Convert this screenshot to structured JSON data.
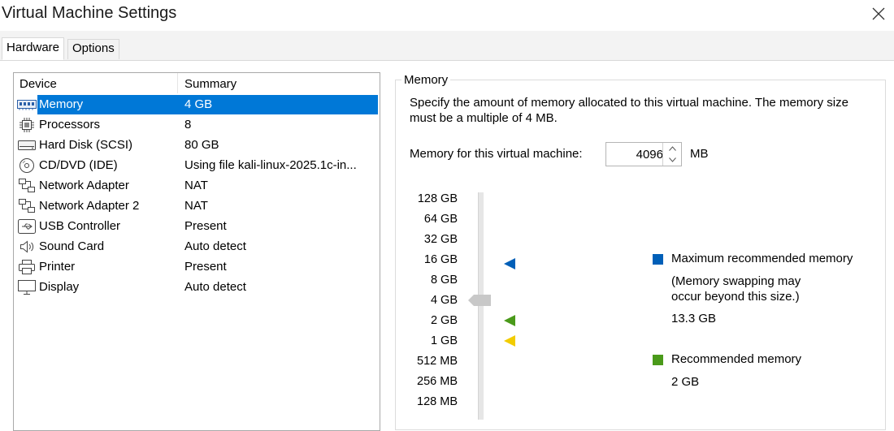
{
  "window": {
    "title": "Virtual Machine Settings"
  },
  "tabs": [
    {
      "label": "Hardware",
      "active": true
    },
    {
      "label": "Options",
      "active": false
    }
  ],
  "device_table": {
    "headers": {
      "device": "Device",
      "summary": "Summary"
    },
    "rows": [
      {
        "icon": "memory-icon",
        "name": "Memory",
        "summary": "4 GB",
        "selected": true
      },
      {
        "icon": "processor-icon",
        "name": "Processors",
        "summary": "8"
      },
      {
        "icon": "hard-disk-icon",
        "name": "Hard Disk (SCSI)",
        "summary": "80 GB"
      },
      {
        "icon": "cd-dvd-icon",
        "name": "CD/DVD (IDE)",
        "summary": "Using file kali-linux-2025.1c-in..."
      },
      {
        "icon": "network-adapter-icon",
        "name": "Network Adapter",
        "summary": "NAT"
      },
      {
        "icon": "network-adapter-icon",
        "name": "Network Adapter 2",
        "summary": "NAT"
      },
      {
        "icon": "usb-icon",
        "name": "USB Controller",
        "summary": "Present"
      },
      {
        "icon": "speaker-icon",
        "name": "Sound Card",
        "summary": "Auto detect"
      },
      {
        "icon": "printer-icon",
        "name": "Printer",
        "summary": "Present"
      },
      {
        "icon": "display-icon",
        "name": "Display",
        "summary": "Auto detect"
      }
    ]
  },
  "memory": {
    "group_label": "Memory",
    "description": "Specify the amount of memory allocated to this virtual machine. The memory size must be a multiple of 4 MB.",
    "field_label": "Memory for this virtual machine:",
    "value": "4096",
    "unit": "MB",
    "scale_labels": [
      "128 GB",
      "64 GB",
      "32 GB",
      "16 GB",
      "8 GB",
      "4 GB",
      "2 GB",
      "1 GB",
      "512 MB",
      "256 MB",
      "128 MB"
    ],
    "slider_value": "4 GB",
    "markers": {
      "maximum": "16 GB",
      "recommended": "2 GB",
      "guest_minimum": "1 GB"
    },
    "legend": {
      "max_title": "Maximum recommended memory",
      "max_note_line1": "(Memory swapping may",
      "max_note_line2": "occur beyond this size.)",
      "max_value": "13.3 GB",
      "rec_title": "Recommended memory",
      "rec_value": "2 GB"
    }
  },
  "colors": {
    "selection": "#0078d7",
    "max_marker": "#005fb8",
    "recommended_marker": "#4a9a1a",
    "minimum_marker": "#f2cc00",
    "thumb": "#c8c8c8"
  }
}
